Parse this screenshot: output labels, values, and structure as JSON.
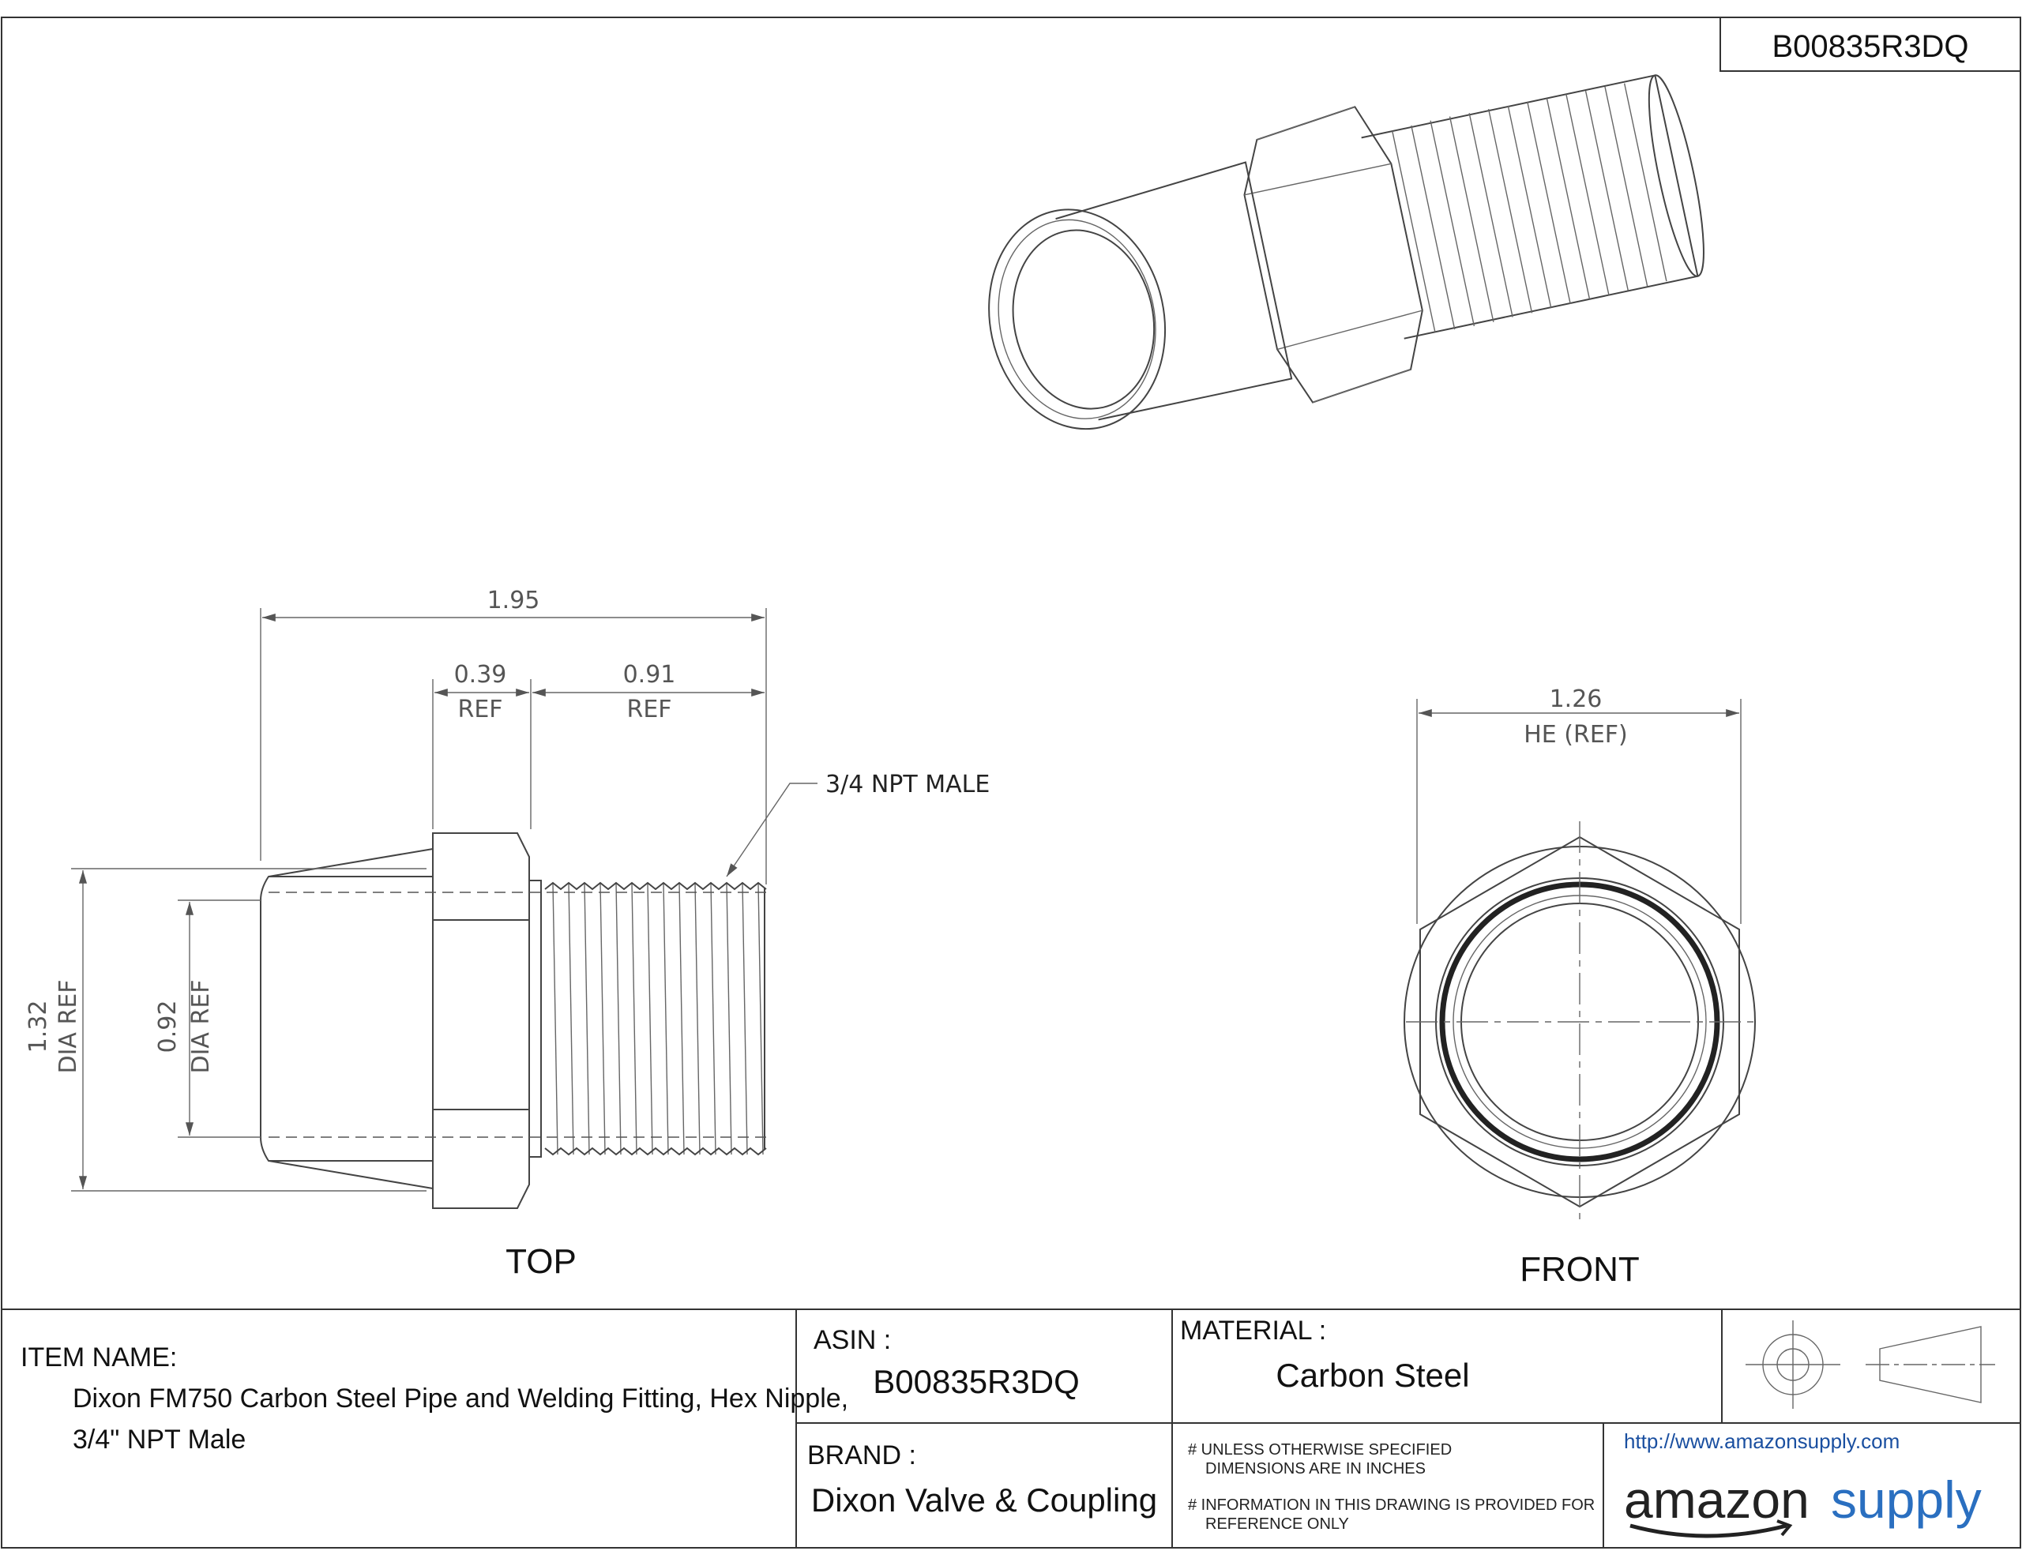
{
  "part_number": "B00835R3DQ",
  "top_view": {
    "label": "TOP",
    "dimensions": {
      "overall_length": "1.95",
      "hex_length": "0.39",
      "hex_length_ref": "REF",
      "thread_length": "0.91",
      "thread_length_ref": "REF",
      "outer_dia": "1.32",
      "outer_dia_ref": "DIA REF",
      "inner_dia": "0.92",
      "inner_dia_ref": "DIA REF"
    },
    "thread_callout": "3/4 NPT MALE"
  },
  "front_view": {
    "label": "FRONT",
    "hex_across_flats": "1.26",
    "hex_ref": "HE (REF)"
  },
  "title_block": {
    "item_name_label": "ITEM NAME:",
    "item_name_line1": "Dixon FM750 Carbon Steel Pipe and Welding Fitting, Hex Nipple,",
    "item_name_line2": "3/4\" NPT Male",
    "asin_label": "ASIN :",
    "asin_value": "B00835R3DQ",
    "material_label": "MATERIAL :",
    "material_value": "Carbon Steel",
    "brand_label": "BRAND :",
    "brand_value": "Dixon Valve & Coupling",
    "note1_line1": "# UNLESS OTHERWISE SPECIFIED",
    "note1_line2": "DIMENSIONS ARE IN INCHES",
    "note2_line1": "# INFORMATION IN THIS DRAWING IS PROVIDED FOR",
    "note2_line2": "REFERENCE ONLY",
    "url": "http://www.amazonsupply.com",
    "logo_word1": "amazon",
    "logo_word2": "supply"
  },
  "colors": {
    "line": "#444444",
    "url": "#1a4fa0",
    "logo_dark": "#222222",
    "logo_blue": "#2a6fc0"
  }
}
